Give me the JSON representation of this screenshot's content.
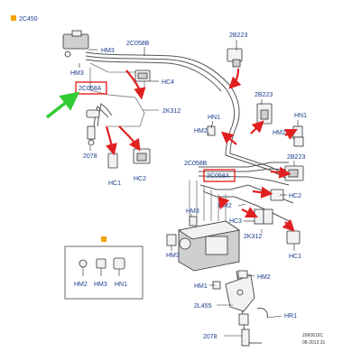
{
  "ref_label": "2C450",
  "labels": {
    "hm3_top": "HM3",
    "c058b_top": "2C058B",
    "b223_top": "2B223",
    "hm3_left": "HM3",
    "hc4": "HC4",
    "c058a_left": "2C058A",
    "b223_mid": "2B223",
    "k312_mid": "2K312",
    "hn1_mid": "HN1",
    "hn1_right": "HN1",
    "hm2_mid": "HM2",
    "hm2_right": "HM2",
    "l2078_left": "2078",
    "hc1_left": "HC1",
    "hc2_left": "HC2",
    "c058b_mid": "2C058B",
    "c058a_mid": "2C058A",
    "b223_right": "2B223",
    "hm2_center": "HM2",
    "hc2_right": "HC2",
    "hm3_center": "HM3",
    "hc3": "HC3",
    "k312_low": "2K312",
    "hm3_bottom": "HM3",
    "hc1_right": "HC1",
    "hm1": "HM1",
    "hm2_low": "HM2",
    "l455": "2L455",
    "hr1": "HR1",
    "l2078_low": "2078"
  },
  "legend": {
    "items": [
      "HM2",
      "HM3",
      "HN1"
    ]
  },
  "footer": {
    "code": "2060615C",
    "date": "08-2013 31"
  },
  "colors": {
    "accent_square": "#f4a300",
    "highlight_box": "#e60000",
    "arrow_red": "#e02020",
    "arrow_green": "#33cc33",
    "label_blue": "#1a3a8c"
  }
}
